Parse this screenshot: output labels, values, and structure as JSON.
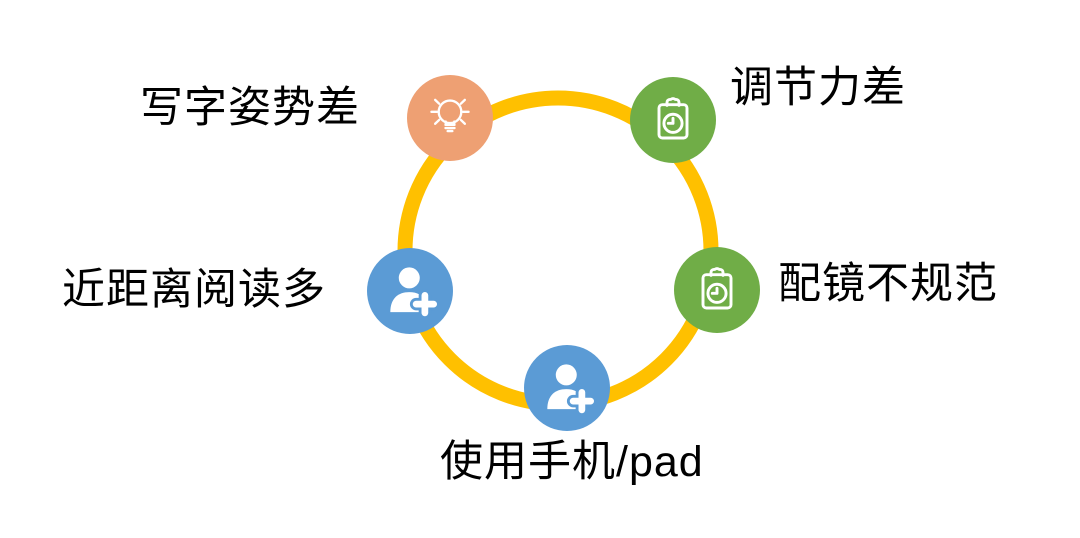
{
  "diagram": {
    "type": "cycle-diagram",
    "ring_color": "#FFC000",
    "background_color": "#FFFFFF",
    "text_color": "#000000",
    "nodes": [
      {
        "label": "写字姿势差",
        "icon": "lightbulb-icon",
        "color": "#EEA073",
        "position": "top-left"
      },
      {
        "label": "调节力差",
        "icon": "clipboard-clock-icon",
        "color": "#70AD47",
        "position": "top-right"
      },
      {
        "label": "配镜不规范",
        "icon": "clipboard-clock-icon",
        "color": "#70AD47",
        "position": "right"
      },
      {
        "label": "近距离阅读多",
        "icon": "person-add-icon",
        "color": "#5B9BD5",
        "position": "left"
      },
      {
        "label": "使用手机/pad",
        "icon": "person-add-icon",
        "color": "#5B9BD5",
        "position": "bottom"
      }
    ]
  }
}
